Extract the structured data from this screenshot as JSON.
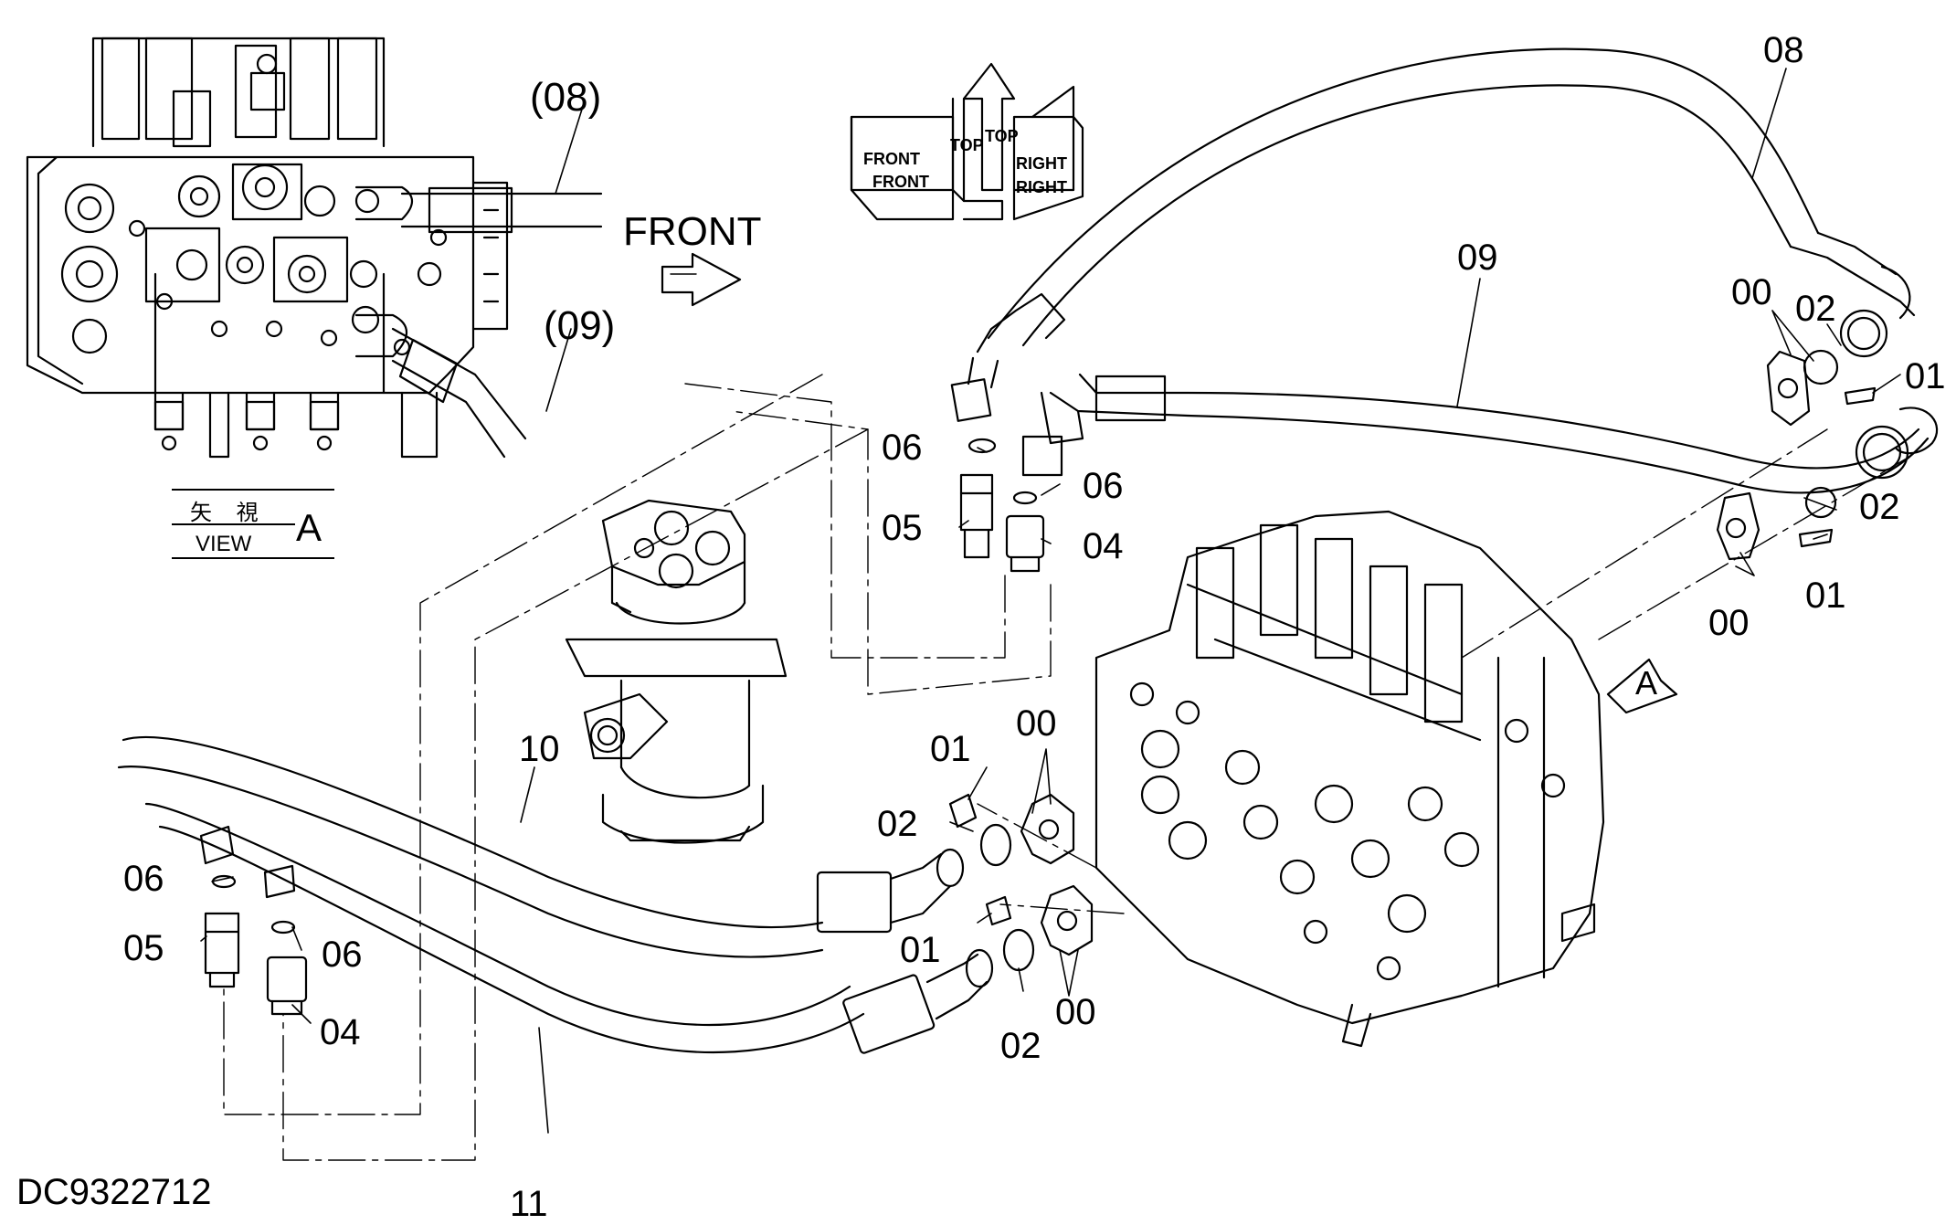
{
  "doc_code": "DC9322712",
  "front_label": "FRONT",
  "view_box": {
    "kanji": "矢 視",
    "view": "VIEW",
    "letter": "A"
  },
  "view_arrow_letter": "A",
  "direction_indicator": {
    "top_1": "TOP",
    "top_2": "TOP",
    "front_1": "FRONT",
    "front_2": "FRONT",
    "right_1": "RIGHT",
    "right_2": "RIGHT"
  },
  "inset_callouts": {
    "c08": "(08)",
    "c09": "(09)"
  },
  "callouts": [
    {
      "id": "c08-top",
      "text": "08"
    },
    {
      "id": "c09-top",
      "text": "09"
    },
    {
      "id": "c00-r1",
      "text": "00"
    },
    {
      "id": "c02-r1",
      "text": "02"
    },
    {
      "id": "c01-r1",
      "text": "01"
    },
    {
      "id": "c02-r2",
      "text": "02"
    },
    {
      "id": "c01-r2",
      "text": "01"
    },
    {
      "id": "c00-r2",
      "text": "00"
    },
    {
      "id": "c06-a",
      "text": "06"
    },
    {
      "id": "c06-b",
      "text": "06"
    },
    {
      "id": "c05-a",
      "text": "05"
    },
    {
      "id": "c04-a",
      "text": "04"
    },
    {
      "id": "c10",
      "text": "10"
    },
    {
      "id": "c01-m1",
      "text": "01"
    },
    {
      "id": "c00-m1",
      "text": "00"
    },
    {
      "id": "c02-m1",
      "text": "02"
    },
    {
      "id": "c06-c",
      "text": "06"
    },
    {
      "id": "c05-b",
      "text": "05"
    },
    {
      "id": "c06-d",
      "text": "06"
    },
    {
      "id": "c04-b",
      "text": "04"
    },
    {
      "id": "c01-m2",
      "text": "01"
    },
    {
      "id": "c02-m2",
      "text": "02"
    },
    {
      "id": "c00-m2",
      "text": "00"
    },
    {
      "id": "c11",
      "text": "11"
    }
  ]
}
